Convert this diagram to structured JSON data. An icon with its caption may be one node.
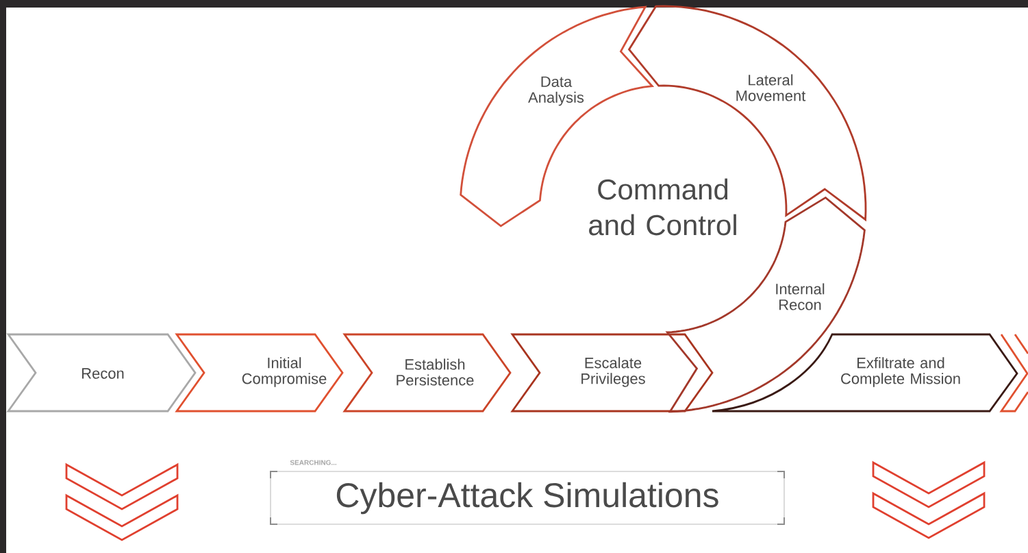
{
  "diagram": {
    "nodes": [
      {
        "text": [
          "Recon"
        ]
      },
      {
        "text": [
          "Initial Compromise"
        ]
      },
      {
        "text": [
          "Establish Persistence"
        ]
      },
      {
        "text": [
          "Escalate Privileges"
        ]
      },
      {
        "text": [
          "Internal Recon"
        ]
      },
      {
        "text": [
          "Lateral Movement"
        ]
      },
      {
        "text": [
          "Data Analysis"
        ]
      },
      {
        "text": [
          "Exfiltrate and Complete Mission"
        ]
      },
      {
        "text": [
          "SEARCHING...",
          "Cyber-Attack Simulations"
        ]
      }
    ],
    "labels": [
      "Command and Control"
    ]
  }
}
